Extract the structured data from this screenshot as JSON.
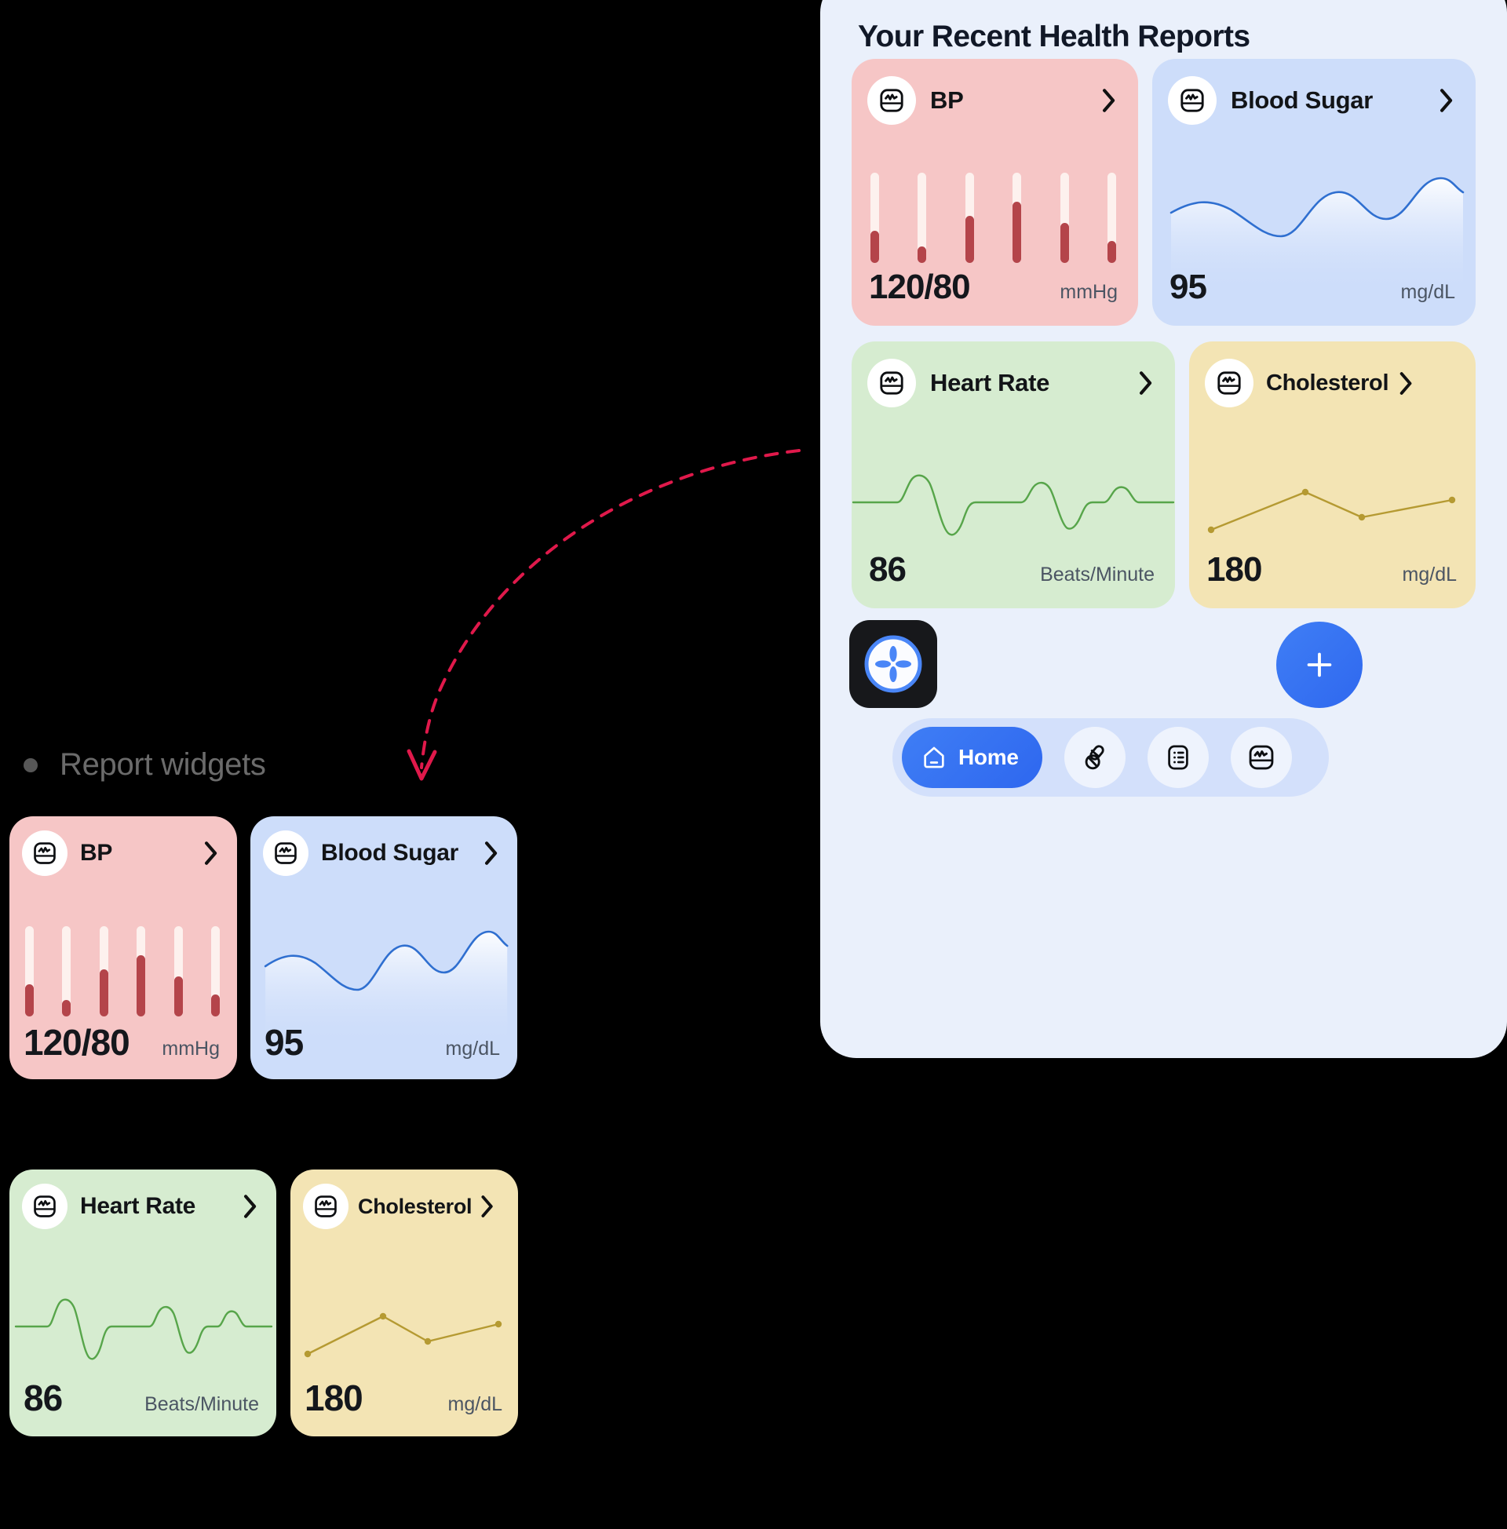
{
  "canvas": {
    "background": "#000000",
    "section_label": "Report widgets",
    "annotation_arrow_color": "#e0194b"
  },
  "phone": {
    "background": "#eaf0fb",
    "title": "Your Recent Health Reports"
  },
  "widgets": [
    {
      "key": "bp",
      "label": "BP",
      "value": "120/80",
      "unit": "mmHg",
      "icon": "health-monitor-icon",
      "chevron": "chevron-right-icon",
      "bg": "#f6c6c6",
      "accent": "#b4444a",
      "track": "#fdf1ee"
    },
    {
      "key": "blood-sugar",
      "label": "Blood Sugar",
      "value": "95",
      "unit": "mg/dL",
      "icon": "health-monitor-icon",
      "chevron": "chevron-right-icon",
      "bg": "#cdddfa",
      "accent": "#2f6fd0",
      "track": "#f4f8ff"
    },
    {
      "key": "heart-rate",
      "label": "Heart Rate",
      "value": "86",
      "unit": "Beats/Minute",
      "icon": "health-monitor-icon",
      "chevron": "chevron-right-icon",
      "bg": "#d6ecd0",
      "accent": "#57a54a",
      "track": "#eef7ea"
    },
    {
      "key": "cholesterol",
      "label": "Cholesterol",
      "value": "180",
      "unit": "mg/dL",
      "icon": "health-monitor-icon",
      "chevron": "chevron-right-icon",
      "bg": "#f3e4b4",
      "accent": "#b59a32",
      "track": "#faf2d8"
    }
  ],
  "actions": {
    "add_button_label": "+",
    "add_button_color": "#2f68ef",
    "cursor_icon": "cursor-pointer-icon"
  },
  "nav": {
    "background": "#d3e0fb",
    "active_color": "#2e67ef",
    "items": [
      {
        "key": "home",
        "label": "Home",
        "icon": "home-icon",
        "active": true
      },
      {
        "key": "meds",
        "label": "",
        "icon": "pills-icon",
        "active": false
      },
      {
        "key": "records",
        "label": "",
        "icon": "list-document-icon",
        "active": false
      },
      {
        "key": "vitals",
        "label": "",
        "icon": "health-monitor-icon",
        "active": false
      }
    ]
  },
  "chart_data": [
    {
      "type": "bar",
      "widget": "BP",
      "title": "BP",
      "categories": [
        "1",
        "2",
        "3",
        "4",
        "5",
        "6"
      ],
      "values": [
        36,
        18,
        52,
        68,
        44,
        24
      ],
      "ylim": [
        0,
        100
      ],
      "ylabel": "mmHg",
      "grid": false,
      "legend": "none",
      "note": "Each bar is a light track with a dark red fill from the bottom; fill percent listed in values."
    },
    {
      "type": "area",
      "widget": "Blood Sugar",
      "title": "Blood Sugar",
      "x": [
        0,
        1,
        2,
        3,
        4,
        5,
        6,
        7
      ],
      "values": [
        62,
        70,
        52,
        45,
        86,
        62,
        58,
        92
      ],
      "ylim": [
        0,
        100
      ],
      "ylabel": "mg/dL",
      "grid": false,
      "legend": "none"
    },
    {
      "type": "line",
      "widget": "Heart Rate",
      "title": "Heart Rate",
      "x": [
        0,
        1,
        2,
        3,
        4,
        5,
        6,
        7,
        8,
        9,
        10,
        11
      ],
      "values": [
        50,
        50,
        86,
        10,
        50,
        50,
        78,
        14,
        50,
        68,
        50,
        50
      ],
      "ylim": [
        0,
        100
      ],
      "ylabel": "Beats/Minute",
      "grid": false,
      "legend": "none",
      "note": "ECG-style waveform with two large QRS complexes and one smaller peak."
    },
    {
      "type": "line",
      "widget": "Cholesterol",
      "title": "Cholesterol",
      "x": [
        0,
        1,
        2,
        3
      ],
      "values": [
        20,
        72,
        36,
        62
      ],
      "ylim": [
        0,
        100
      ],
      "ylabel": "mg/dL",
      "grid": false,
      "legend": "none",
      "markers": true
    }
  ]
}
